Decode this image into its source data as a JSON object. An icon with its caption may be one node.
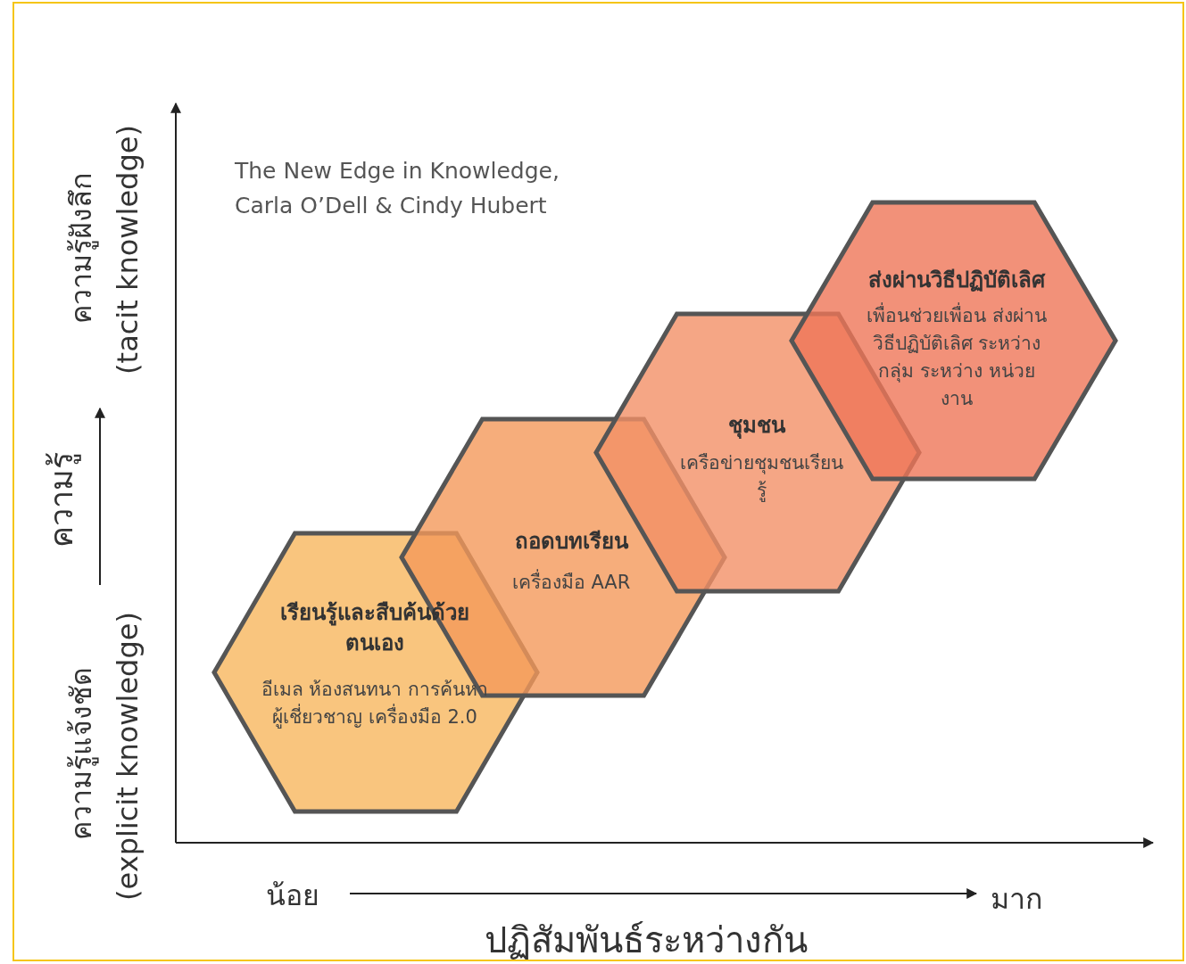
{
  "diagram": {
    "nodes": [
      {
        "text": [
          "เรียนรู้และสืบค้นด้วยตนเอง",
          "อีเมล ห้องสนทนา การค้นหาผู้เชี่ยวชาญ เครื่องมือ 2.0"
        ]
      },
      {
        "text": [
          "ถอดบทเรียน",
          "เครื่องมือ AAR"
        ]
      },
      {
        "text": [
          "ชุมชน",
          "เครือข่ายชุมชนเรียนรู้"
        ]
      },
      {
        "text": [
          "ส่งผ่านวิธีปฏิบัติเลิศ",
          "เพื่อนช่วยเพื่อน ส่งผ่านวิธีปฏิบัติเลิศ ระหว่างกลุ่ม ระหว่าง หน่วยงาน"
        ]
      }
    ],
    "edges": [],
    "labels": [
      "The New Edge in Knowledge, Carla O’Dell & Cindy Hubert",
      "ความรู้ฝังลึก",
      "(tacit knowledge)",
      "ความรู้",
      "ความรู้แจ้งชัด",
      "(explicit knowledge)",
      "น้อย",
      "มาก",
      "ปฏิสัมพันธ์ระหว่างกัน"
    ]
  }
}
